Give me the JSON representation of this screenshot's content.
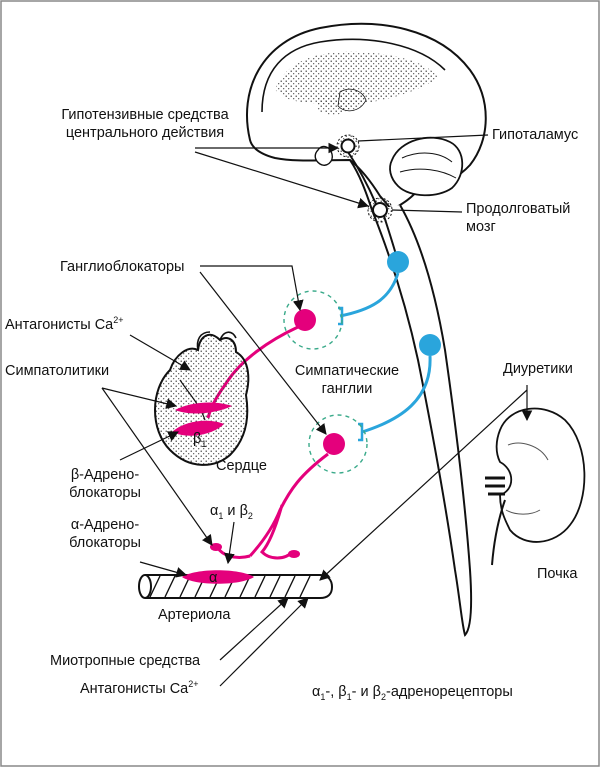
{
  "colors": {
    "sympathetic_neuron": "#e4007c",
    "preganglionic": "#2aa5dc",
    "line": "#111111",
    "border": "#888888"
  },
  "labels": {
    "hypotensive_1": "Гипотензивные средства",
    "hypotensive_2": "центрального действия",
    "hypothalamus": "Гипоталамус",
    "medulla_1": "Продолговатый",
    "medulla_2": "мозг",
    "ganglioblockers": "Ганглиоблокаторы",
    "ca_antagonists_top": "Антагонисты Ca",
    "ca_sup": "2+",
    "sympatholytics": "Симпатолитики",
    "sympathetic_ganglia_1": "Симпатические",
    "sympathetic_ganglia_2": "ганглии",
    "diuretics": "Диуретики",
    "beta_blockers_1": "β-Адрено-",
    "beta_blockers_2": "блокаторы",
    "heart": "Сердце",
    "beta1": "β",
    "beta1_sub": "1",
    "alpha_blockers_1": "α-Адрено-",
    "alpha_blockers_2": "блокаторы",
    "alpha1_beta2_a": "α",
    "alpha1_beta2_s1": "1",
    "alpha1_beta2_mid": " и β",
    "alpha1_beta2_s2": "2",
    "alpha": "α",
    "kidney": "Почка",
    "arteriole": "Артериола",
    "myotropic": "Миотропные средства",
    "ca_antagonists_bottom": "Антагонисты Ca",
    "receptors_a": "α",
    "receptors_s1": "1",
    "receptors_b1": "-, β",
    "receptors_s2": "1",
    "receptors_b2": "- и β",
    "receptors_s3": "2",
    "receptors_end": "-адренорецепторы"
  }
}
